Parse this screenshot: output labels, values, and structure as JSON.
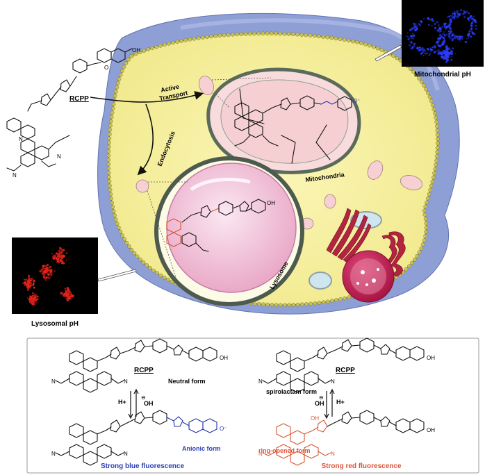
{
  "labels": {
    "probe_name": "RCPP",
    "active_transport": [
      "Active",
      "Transport"
    ],
    "endocytosis": "Endocytosis",
    "mitochondria": "Mitochondria",
    "lysosome": "Lysosome",
    "mitochondrial_ph": "Mitochondrial pH",
    "lysosomal_ph": "Lysosomal pH"
  },
  "scheme": {
    "left": {
      "probe_name": "RCPP",
      "neutral_form": "Neutral form",
      "acid_label": "H+",
      "base_label": "OH",
      "base_charge": "⊖",
      "anionic_form": "Anionic form",
      "caption": "Strong blue fluorescence"
    },
    "right": {
      "probe_name": "RCPP",
      "spirolactam_form": "spirolactam form",
      "acid_label": "H+",
      "base_label": "OH",
      "base_charge": "⊖",
      "ring_opened_form": "ring-opened form",
      "caption": "Strong red fluorescence"
    }
  },
  "atoms": {
    "N": "N",
    "O": "O",
    "OH": "OH",
    "O_minus": "O⁻"
  },
  "colors": {
    "cytoplasm": "#f7f1a0",
    "membrane_bead": "#c9c253",
    "cell_outer": "#8e9fd6",
    "mito_fill": "#f6cfd2",
    "lyso_fill": "#f3bfd8",
    "blue_text": "#2a3fb5",
    "red_text": "#e0523a",
    "micro_blue": "#2b3cff",
    "micro_red": "#e2231a"
  }
}
